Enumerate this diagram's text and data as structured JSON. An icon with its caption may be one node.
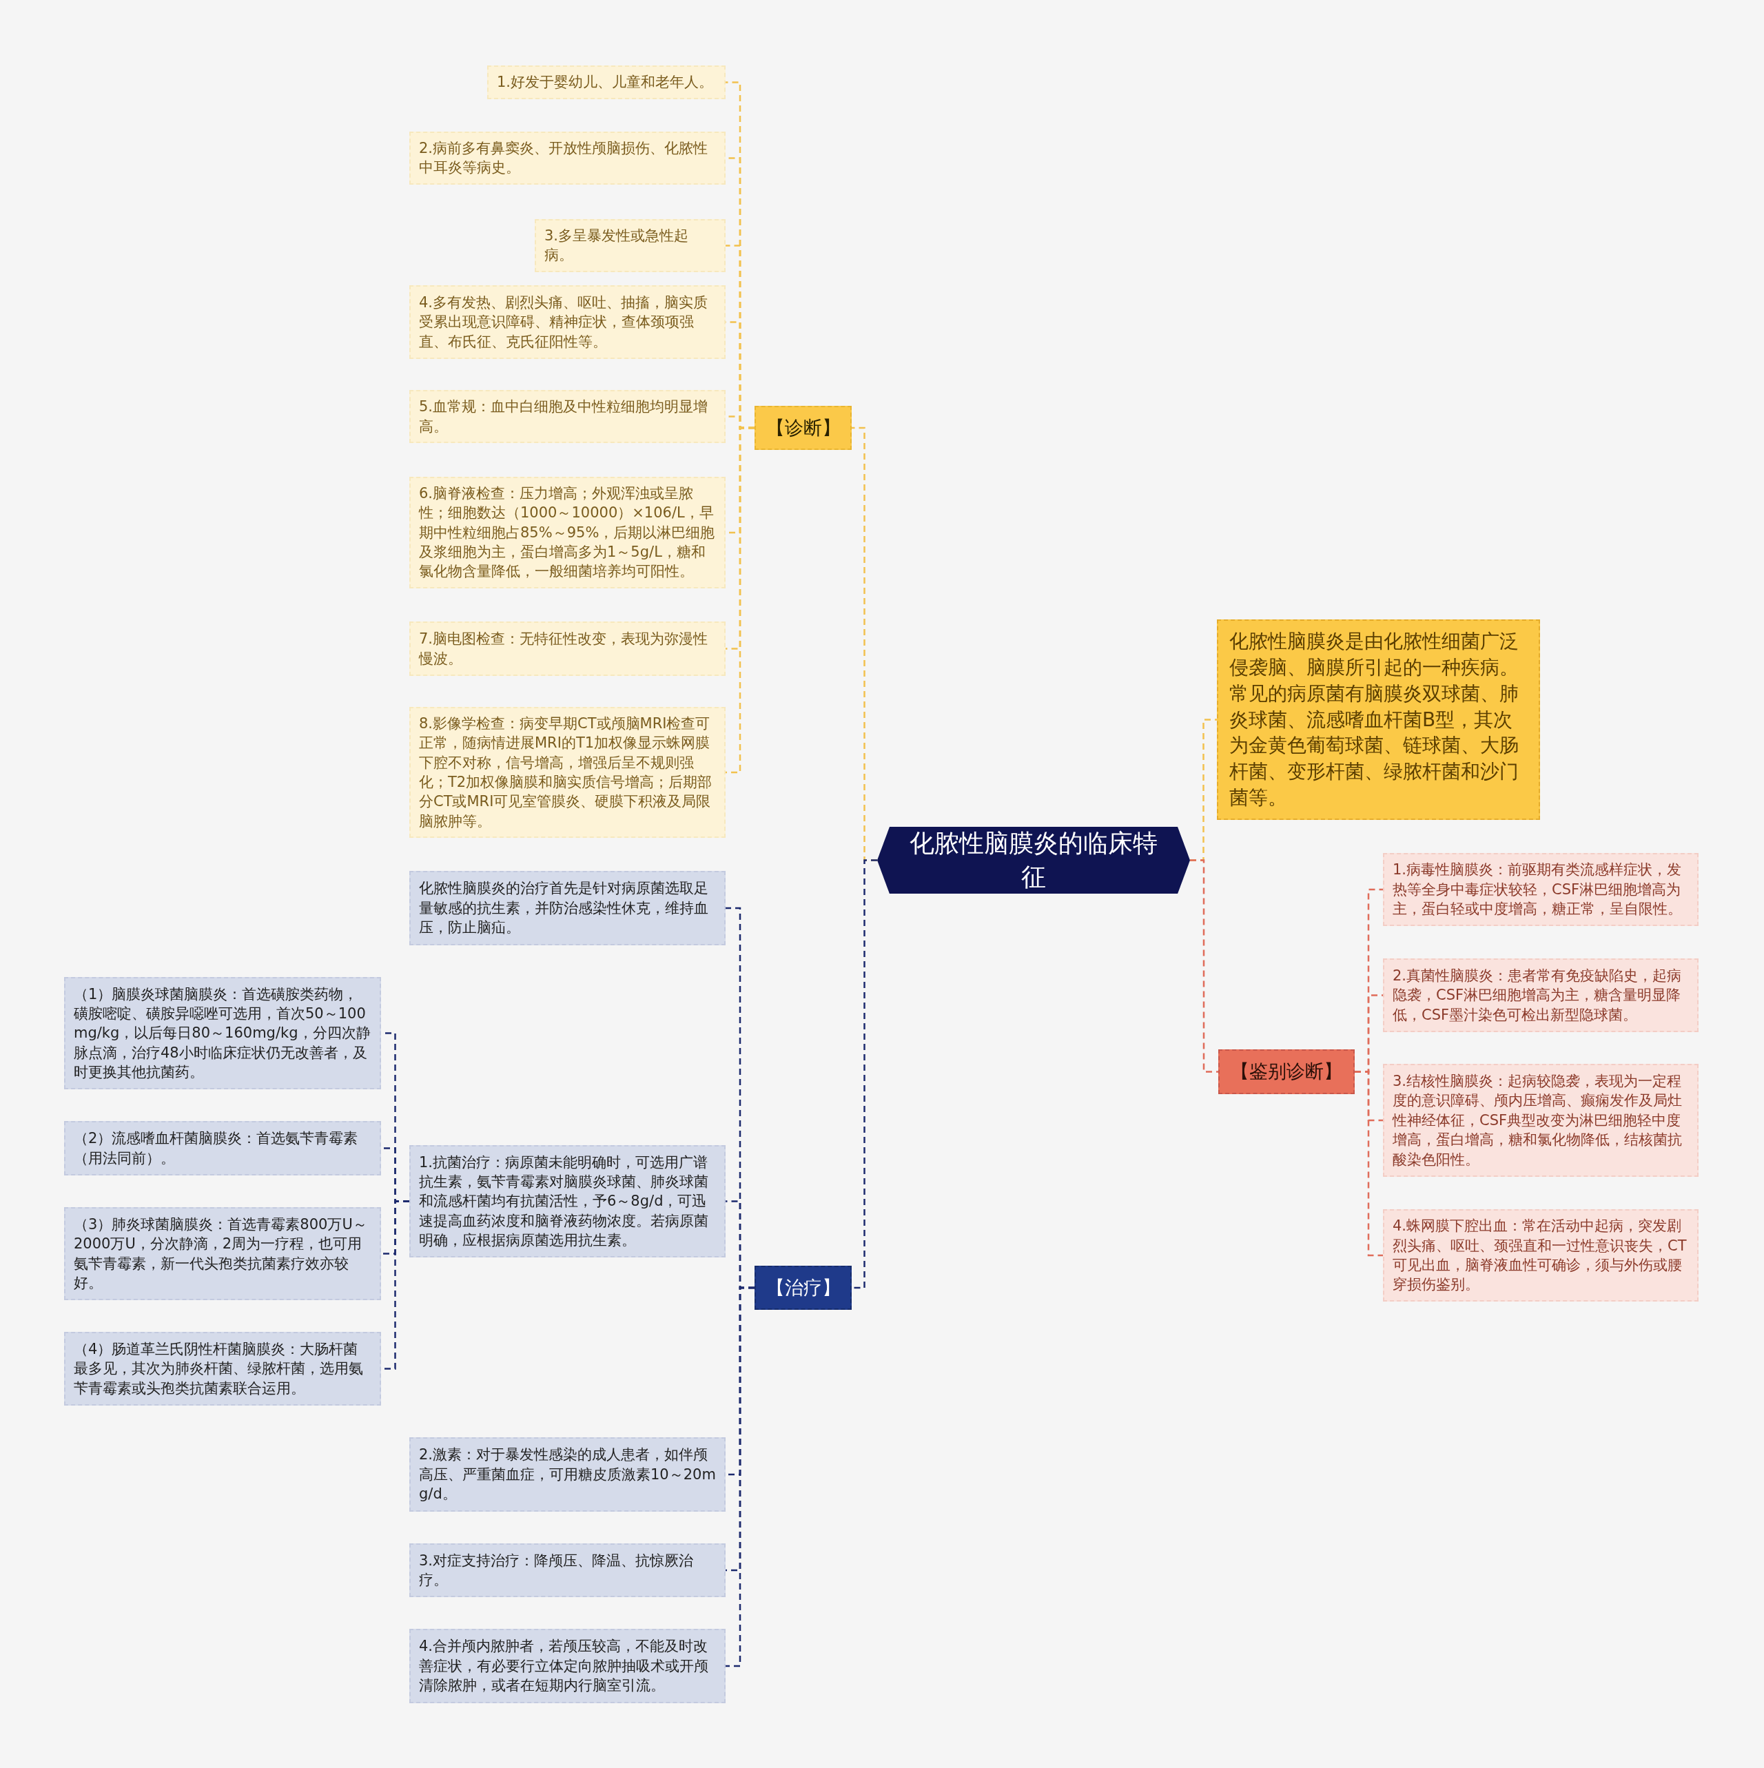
{
  "diagram": {
    "nodes": [
      {
        "text": [
          "化脓性脑膜炎的临床特征"
        ]
      },
      {
        "text": [
          "【诊断】"
        ]
      },
      {
        "text": [
          "1.好发于婴幼儿、儿童和老年人。"
        ]
      },
      {
        "text": [
          "2.病前多有鼻窦炎、开放性颅脑损伤、化脓性中耳炎等病史。"
        ]
      },
      {
        "text": [
          "3.多呈暴发性或急性起病。"
        ]
      },
      {
        "text": [
          "4.多有发热、剧烈头痛、呕吐、抽搐，脑实质受累出现意识障碍、精神症状，查体颈项强直、布氏征、克氏征阳性等。"
        ]
      },
      {
        "text": [
          "5.血常规：血中白细胞及中性粒细胞均明显增高。"
        ]
      },
      {
        "text": [
          "6.脑脊液检查：压力增高；外观浑浊或呈脓性；细胞数达（1000～10000）×106/L，早期中性粒细胞占85%～95%，后期以淋巴细胞及浆细胞为主，蛋白增高多为1～5g/L，糖和氯化物含量降低，一般细菌培养均可阳性。"
        ]
      },
      {
        "text": [
          "7.脑电图检查：无特征性改变，表现为弥漫性慢波。"
        ]
      },
      {
        "text": [
          "8.影像学检查：病变早期CT或颅脑MRI检查可正常，随病情进展MRI的T1加权像显示蛛网膜下腔不对称，信号增高，增强后呈不规则强化；T2加权像脑膜和脑实质信号增高；后期部分CT或MRI可见室管膜炎、硬膜下积液及局限脑脓肿等。"
        ]
      },
      {
        "text": [
          "【治疗】"
        ]
      },
      {
        "text": [
          "化脓性脑膜炎的治疗首先是针对病原菌选取足量敏感的抗生素，并防治感染性休克，维持血压，防止脑疝。"
        ]
      },
      {
        "text": [
          "1.抗菌治疗：病原菌未能明确时，可选用广谱抗生素，氨苄青霉素对脑膜炎球菌、肺炎球菌和流感杆菌均有抗菌活性，予6～8g/d，可迅速提高血药浓度和脑脊液药物浓度。若病原菌明确，应根据病原菌选用抗生素。"
        ]
      },
      {
        "text": [
          "（1）脑膜炎球菌脑膜炎：首选磺胺类药物，磺胺嘧啶、磺胺异噁唑可选用，首次50～100mg/kg，以后每日80～160mg/kg，分四次静脉点滴，治疗48小时临床症状仍无改善者，及时更换其他抗菌药。"
        ]
      },
      {
        "text": [
          "（2）流感嗜血杆菌脑膜炎：首选氨苄青霉素（用法同前）。"
        ]
      },
      {
        "text": [
          "（3）肺炎球菌脑膜炎：首选青霉素800万U～2000万U，分次静滴，2周为一疗程，也可用氨苄青霉素，新一代头孢类抗菌素疗效亦较好。"
        ]
      },
      {
        "text": [
          "（4）肠道革兰氏阴性杆菌脑膜炎：大肠杆菌最多见，其次为肺炎杆菌、绿脓杆菌，选用氨苄青霉素或头孢类抗菌素联合运用。"
        ]
      },
      {
        "text": [
          "2.激素：对于暴发性感染的成人患者，如伴颅高压、严重菌血症，可用糖皮质激素10～20mg/d。"
        ]
      },
      {
        "text": [
          "3.对症支持治疗：降颅压、降温、抗惊厥治疗。"
        ]
      },
      {
        "text": [
          "4.合并颅内脓肿者，若颅压较高，不能及时改善症状，有必要行立体定向脓肿抽吸术或开颅清除脓肿，或者在短期内行脑室引流。"
        ]
      },
      {
        "text": [
          "化脓性脑膜炎是由化脓性细菌广泛侵袭脑、脑膜所引起的一种疾病。常见的病原菌有脑膜炎双球菌、肺炎球菌、流感嗜血杆菌B型，其次为金黄色葡萄球菌、链球菌、大肠杆菌、变形杆菌、绿脓杆菌和沙门菌等。"
        ]
      },
      {
        "text": [
          "【鉴别诊断】"
        ]
      },
      {
        "text": [
          "1.病毒性脑膜炎：前驱期有类流感样症状，发热等全身中毒症状较轻，CSF淋巴细胞增高为主，蛋白轻或中度增高，糖正常，呈自限性。"
        ]
      },
      {
        "text": [
          "2.真菌性脑膜炎：患者常有免疫缺陷史，起病隐袭，CSF淋巴细胞增高为主，糖含量明显降低，CSF墨汁染色可检出新型隐球菌。"
        ]
      },
      {
        "text": [
          "3.结核性脑膜炎：起病较隐袭，表现为一定程度的意识障碍、颅内压增高、癫痫发作及局灶性神经体征，CSF典型改变为淋巴细胞轻中度增高，蛋白增高，糖和氯化物降低，结核菌抗酸染色阳性。"
        ]
      },
      {
        "text": [
          "4.蛛网膜下腔出血：常在活动中起病，突发剧烈头痛、呕吐、颈强直和一过性意识丧失，CT可见出血，脑脊液血性可确诊，须与外伤或腰穿损伤鉴别。"
        ]
      }
    ],
    "edges": [
      {
        "from": 0,
        "to": 1,
        "arrow": "none",
        "style": "dashed",
        "color": "#f2c14e"
      },
      {
        "from": 1,
        "to": 2,
        "arrow": "none",
        "style": "dashed",
        "color": "#f2c14e"
      },
      {
        "from": 1,
        "to": 3,
        "arrow": "none",
        "style": "dashed",
        "color": "#f2c14e"
      },
      {
        "from": 1,
        "to": 4,
        "arrow": "none",
        "style": "dashed",
        "color": "#f2c14e"
      },
      {
        "from": 1,
        "to": 5,
        "arrow": "none",
        "style": "dashed",
        "color": "#f2c14e"
      },
      {
        "from": 1,
        "to": 6,
        "arrow": "none",
        "style": "dashed",
        "color": "#f2c14e"
      },
      {
        "from": 1,
        "to": 7,
        "arrow": "none",
        "style": "dashed",
        "color": "#f2c14e"
      },
      {
        "from": 1,
        "to": 8,
        "arrow": "none",
        "style": "dashed",
        "color": "#f2c14e"
      },
      {
        "from": 1,
        "to": 9,
        "arrow": "none",
        "style": "dashed",
        "color": "#f2c14e"
      },
      {
        "from": 0,
        "to": 10,
        "arrow": "none",
        "style": "dashed",
        "color": "#1c2a6e"
      },
      {
        "from": 10,
        "to": 11,
        "arrow": "none",
        "style": "dashed",
        "color": "#1c2a6e"
      },
      {
        "from": 10,
        "to": 12,
        "arrow": "none",
        "style": "dashed",
        "color": "#1c2a6e"
      },
      {
        "from": 12,
        "to": 13,
        "arrow": "none",
        "style": "dashed",
        "color": "#1c2a6e"
      },
      {
        "from": 12,
        "to": 14,
        "arrow": "none",
        "style": "dashed",
        "color": "#1c2a6e"
      },
      {
        "from": 12,
        "to": 15,
        "arrow": "none",
        "style": "dashed",
        "color": "#1c2a6e"
      },
      {
        "from": 12,
        "to": 16,
        "arrow": "none",
        "style": "dashed",
        "color": "#1c2a6e"
      },
      {
        "from": 10,
        "to": 17,
        "arrow": "none",
        "style": "dashed",
        "color": "#1c2a6e"
      },
      {
        "from": 10,
        "to": 18,
        "arrow": "none",
        "style": "dashed",
        "color": "#1c2a6e"
      },
      {
        "from": 10,
        "to": 19,
        "arrow": "none",
        "style": "dashed",
        "color": "#1c2a6e"
      },
      {
        "from": 0,
        "to": 20,
        "arrow": "none",
        "style": "dashed",
        "color": "#f2c14e"
      },
      {
        "from": 0,
        "to": 21,
        "arrow": "none",
        "style": "dashed",
        "color": "#e06c5a"
      },
      {
        "from": 21,
        "to": 22,
        "arrow": "none",
        "style": "dashed",
        "color": "#e06c5a"
      },
      {
        "from": 21,
        "to": 23,
        "arrow": "none",
        "style": "dashed",
        "color": "#e06c5a"
      },
      {
        "from": 21,
        "to": 24,
        "arrow": "none",
        "style": "dashed",
        "color": "#e06c5a"
      },
      {
        "from": 21,
        "to": 25,
        "arrow": "none",
        "style": "dashed",
        "color": "#e06c5a"
      }
    ]
  }
}
